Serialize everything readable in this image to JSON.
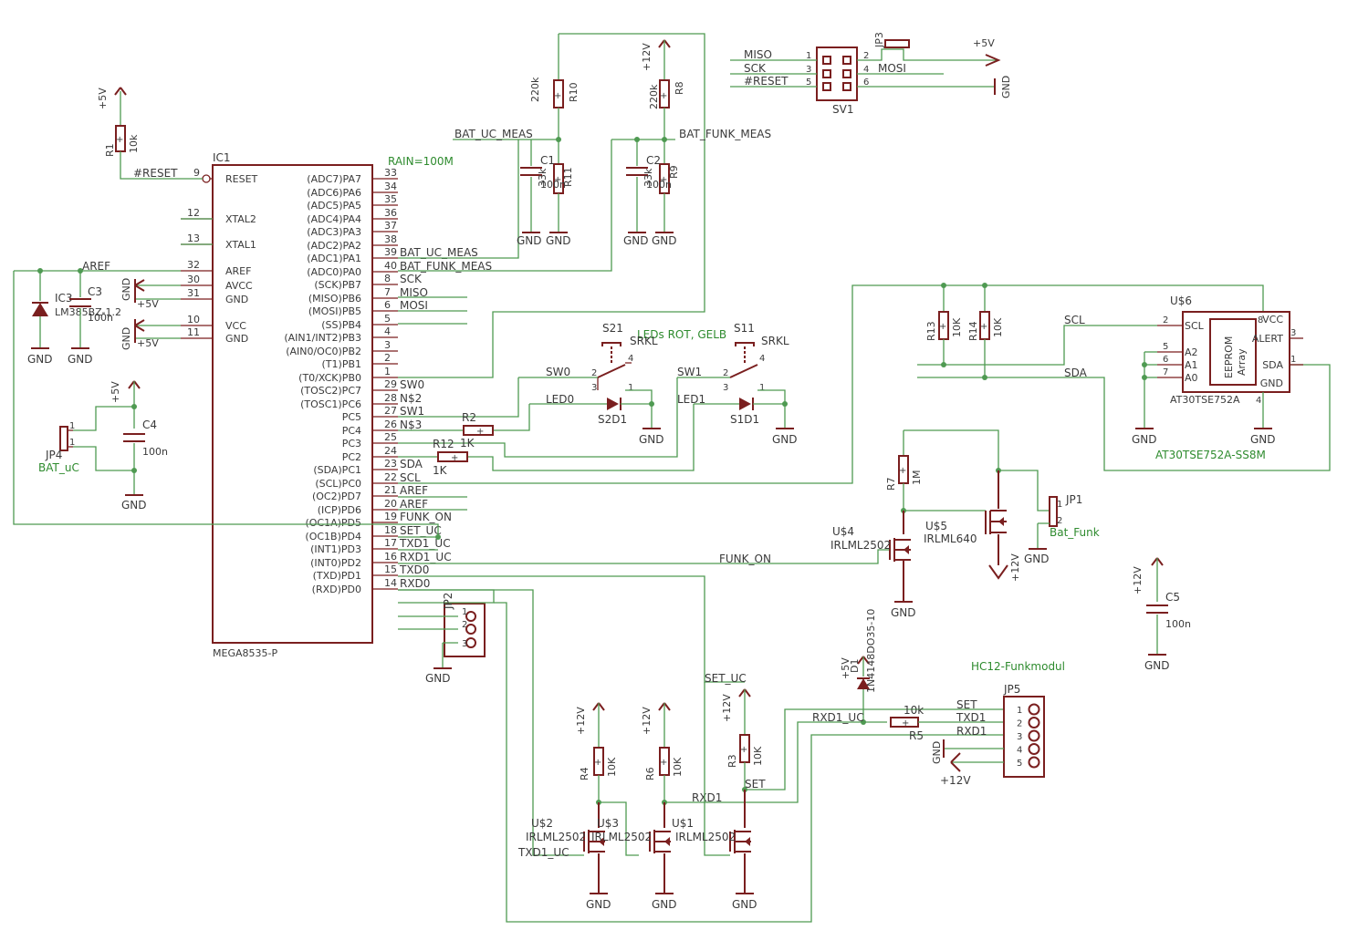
{
  "labels": {
    "ic1_name": "IC1",
    "ic1_value": "MEGA8535-P",
    "rain_note": "RAIN=100M",
    "leds_note": "LEDs ROT, GELB",
    "hc12_note": "HC12-Funkmodul",
    "at30_value": "AT30TSE752A-SS8M",
    "bat_uc_meas": "BAT_UC_MEAS",
    "bat_funk_meas": "BAT_FUNK_MEAS",
    "aref": "AREF",
    "reset_net": "#RESET",
    "funk_on": "FUNK_ON",
    "set_uc": "SET_UC",
    "txd1_uc": "TXD1_UC",
    "rxd1_uc": "RXD1_UC",
    "rxd1": "RXD1",
    "set": "SET",
    "scl": "SCL",
    "sda": "SDA",
    "sw0": "SW0",
    "sw1": "SW1",
    "led0": "LED0",
    "led1": "LED1",
    "gnd": "GND",
    "p5v": "+5V",
    "p12v": "+12V",
    "bat_uc": "BAT_uC",
    "bat_funk": "Bat_Funk"
  },
  "ic1": {
    "left_pins": [
      {
        "num": "9",
        "name": "RESET"
      },
      {
        "num": "12",
        "name": "XTAL2"
      },
      {
        "num": "13",
        "name": "XTAL1"
      },
      {
        "num": "32",
        "name": "AREF"
      },
      {
        "num": "30",
        "name": "AVCC"
      },
      {
        "num": "31",
        "name": "GND"
      },
      {
        "num": "10",
        "name": "VCC"
      },
      {
        "num": "11",
        "name": "GND"
      }
    ],
    "right_pins": [
      {
        "num": "33",
        "name": "(ADC7)PA7"
      },
      {
        "num": "34",
        "name": "(ADC6)PA6"
      },
      {
        "num": "35",
        "name": "(ADC5)PA5"
      },
      {
        "num": "36",
        "name": "(ADC4)PA4"
      },
      {
        "num": "37",
        "name": "(ADC3)PA3"
      },
      {
        "num": "38",
        "name": "(ADC2)PA2"
      },
      {
        "num": "39",
        "name": "(ADC1)PA1"
      },
      {
        "num": "40",
        "name": "(ADC0)PA0"
      },
      {
        "num": "8",
        "name": "(SCK)PB7"
      },
      {
        "num": "7",
        "name": "(MISO)PB6"
      },
      {
        "num": "6",
        "name": "(MOSI)PB5"
      },
      {
        "num": "5",
        "name": "(SS)PB4"
      },
      {
        "num": "4",
        "name": "(AIN1/INT2)PB3"
      },
      {
        "num": "3",
        "name": "(AIN0/OC0)PB2"
      },
      {
        "num": "2",
        "name": "(T1)PB1"
      },
      {
        "num": "1",
        "name": "(T0/XCK)PB0"
      },
      {
        "num": "29",
        "name": "(TOSC2)PC7"
      },
      {
        "num": "28",
        "name": "(TOSC1)PC6"
      },
      {
        "num": "27",
        "name": "PC5"
      },
      {
        "num": "26",
        "name": "PC4"
      },
      {
        "num": "25",
        "name": "PC3"
      },
      {
        "num": "24",
        "name": "PC2"
      },
      {
        "num": "23",
        "name": "(SDA)PC1"
      },
      {
        "num": "22",
        "name": "(SCL)PC0"
      },
      {
        "num": "21",
        "name": "(OC2)PD7"
      },
      {
        "num": "20",
        "name": "(ICP)PD6"
      },
      {
        "num": "19",
        "name": "(OC1A)PD5"
      },
      {
        "num": "18",
        "name": "(OC1B)PD4"
      },
      {
        "num": "17",
        "name": "(INT1)PD3"
      },
      {
        "num": "16",
        "name": "(INT0)PD2"
      },
      {
        "num": "15",
        "name": "(TXD)PD1"
      },
      {
        "num": "14",
        "name": "(RXD)PD0"
      }
    ],
    "right_nets": [
      "",
      "",
      "",
      "",
      "",
      "",
      "BAT_UC_MEAS",
      "BAT_FUNK_MEAS",
      "SCK",
      "MISO",
      "MOSI",
      "",
      "",
      "",
      "",
      "",
      "SW0",
      "N$2",
      "SW1",
      "N$3",
      "",
      "",
      "SDA",
      "SCL",
      "AREF",
      "AREF",
      "FUNK_ON",
      "SET_UC",
      "TXD1_UC",
      "RXD1_UC",
      "TXD0",
      "RXD0"
    ]
  },
  "sv1": {
    "name": "SV1",
    "left": [
      {
        "net": "MISO",
        "pin": "1"
      },
      {
        "net": "SCK",
        "pin": "3"
      },
      {
        "net": "#RESET",
        "pin": "5"
      }
    ],
    "right": [
      {
        "pin": "2",
        "net": ""
      },
      {
        "pin": "4",
        "net": "MOSI"
      },
      {
        "pin": "6",
        "net": ""
      }
    ],
    "jp3": "JP3"
  },
  "u6": {
    "name": "U$6",
    "pins_left": [
      {
        "num": "2",
        "name": "SCL"
      },
      {
        "num": "5",
        "name": "A2"
      },
      {
        "num": "6",
        "name": "A1"
      },
      {
        "num": "7",
        "name": "A0"
      }
    ],
    "pins_right": [
      {
        "num": "8",
        "name": "VCC"
      },
      {
        "num": "3",
        "name": "ALERT"
      },
      {
        "num": "1",
        "name": "SDA"
      },
      {
        "num": "4",
        "name": "GND"
      }
    ],
    "inner1": "EEPROM",
    "inner2": "Array",
    "value": "AT30TSE752A"
  },
  "resistors": [
    {
      "name": "R1",
      "value": "10k"
    },
    {
      "name": "R10",
      "value": "220k"
    },
    {
      "name": "R11",
      "value": "33k"
    },
    {
      "name": "R8",
      "value": "220k"
    },
    {
      "name": "R9",
      "value": "33k"
    },
    {
      "name": "R2",
      "value": "1K"
    },
    {
      "name": "R12",
      "value": "1K"
    },
    {
      "name": "R13",
      "value": "10K"
    },
    {
      "name": "R14",
      "value": "10K"
    },
    {
      "name": "R7",
      "value": "1M"
    },
    {
      "name": "R4",
      "value": "10K"
    },
    {
      "name": "R6",
      "value": "10K"
    },
    {
      "name": "R3",
      "value": "10K"
    },
    {
      "name": "R5",
      "value": "10k"
    }
  ],
  "capacitors": [
    {
      "name": "C1",
      "value": "100n"
    },
    {
      "name": "C2",
      "value": "100n"
    },
    {
      "name": "C3",
      "value": "100n"
    },
    {
      "name": "C4",
      "value": "100n"
    },
    {
      "name": "C5",
      "value": "100n"
    }
  ],
  "misc": {
    "ic3": "IC3",
    "ic3_value": "LM385BZ-1.2",
    "s21": "S21",
    "s11": "S11",
    "srkl": "SRKL",
    "s2d1": "S2D1",
    "s1d1": "S1D1",
    "u4": "U$4",
    "u5": "U$5",
    "u1": "U$1",
    "u2": "U$2",
    "u3": "U$3",
    "irlml2502": "IRLML2502",
    "irlml640": "IRLML640",
    "d1": "D1",
    "d1_value": "1N4148DO35-10",
    "jp1": "JP1",
    "jp2": "JP2",
    "jp4": "JP4",
    "jp5": "JP5",
    "txd1": "TXD1",
    "rxd1": "RXD1",
    "set": "SET",
    "ga2": "1",
    "ga1": "2"
  },
  "jp5_pins": [
    "1",
    "2",
    "3",
    "4",
    "5"
  ],
  "jp2_pins": [
    "1",
    "2",
    "3"
  ]
}
